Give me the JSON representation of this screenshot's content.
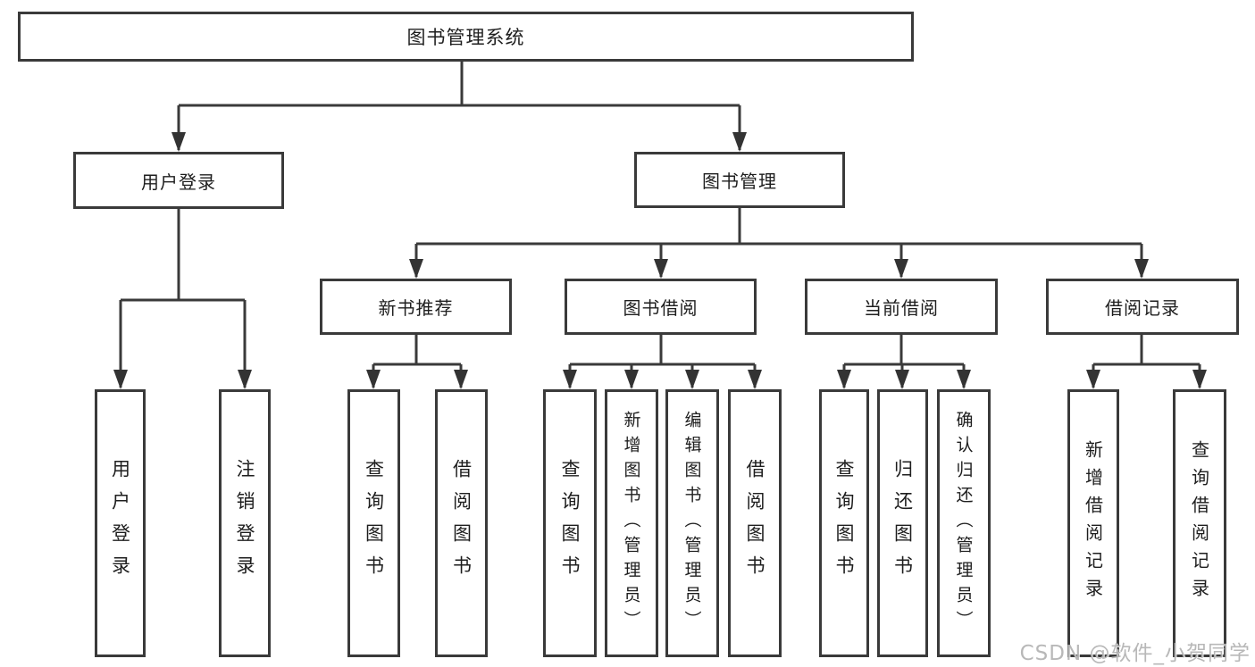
{
  "tree": {
    "label": "图书管理系统",
    "children": [
      {
        "label": "用户登录",
        "children": [
          {
            "label": "用户登录"
          },
          {
            "label": "注销登录"
          }
        ]
      },
      {
        "label": "图书管理",
        "children": [
          {
            "label": "新书推荐",
            "children": [
              {
                "label": "查询图书"
              },
              {
                "label": "借阅图书"
              }
            ]
          },
          {
            "label": "图书借阅",
            "children": [
              {
                "label": "查询图书"
              },
              {
                "label": "新增图书（管理员）"
              },
              {
                "label": "编辑图书（管理员）"
              },
              {
                "label": "借阅图书"
              }
            ]
          },
          {
            "label": "当前借阅",
            "children": [
              {
                "label": "查询图书"
              },
              {
                "label": "归还图书"
              },
              {
                "label": "确认归还（管理员）"
              }
            ]
          },
          {
            "label": "借阅记录",
            "children": [
              {
                "label": "新增借阅记录"
              },
              {
                "label": "查询借阅记录"
              }
            ]
          }
        ]
      }
    ]
  },
  "watermark": {
    "text": "CSDN @软件_小贺同学"
  },
  "colors": {
    "line": "#3a3a3a",
    "box_border": "#3a3a3a",
    "box_background": "#ffffff",
    "text": "#1e1e1e",
    "watermark": "#b2b2b2"
  }
}
